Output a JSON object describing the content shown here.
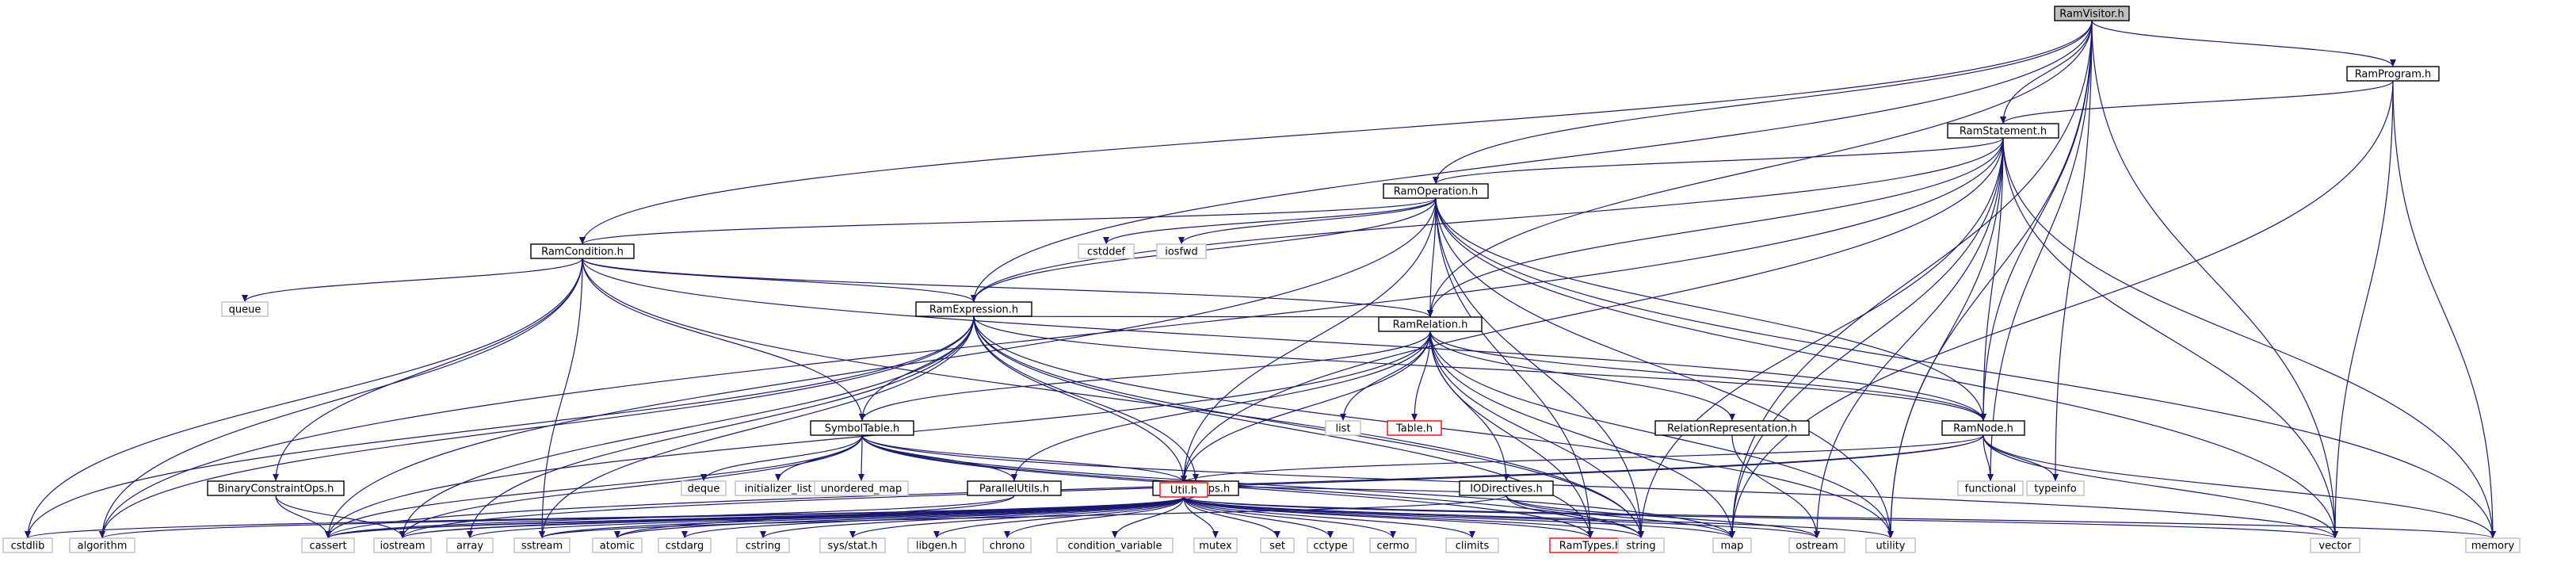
{
  "colors": {
    "edge": "#191970",
    "node_border": "#000000",
    "node_border_external": "#bfbfbf",
    "node_border_missing": "#ff0000",
    "node_fill": "#ffffff",
    "root_fill": "#bfbfbf",
    "text": "#000000",
    "text_external": "#000000"
  },
  "nodes": [
    {
      "id": "RamVisitor.h",
      "label": "RamVisitor.h",
      "kind": "root"
    },
    {
      "id": "RamProgram.h",
      "label": "RamProgram.h",
      "kind": "doc"
    },
    {
      "id": "RamStatement.h",
      "label": "RamStatement.h",
      "kind": "doc"
    },
    {
      "id": "RamOperation.h",
      "label": "RamOperation.h",
      "kind": "doc"
    },
    {
      "id": "RamCondition.h",
      "label": "RamCondition.h",
      "kind": "doc"
    },
    {
      "id": "RamExpression.h",
      "label": "RamExpression.h",
      "kind": "doc"
    },
    {
      "id": "RamRelation.h",
      "label": "RamRelation.h",
      "kind": "doc"
    },
    {
      "id": "SymbolTable.h",
      "label": "SymbolTable.h",
      "kind": "doc"
    },
    {
      "id": "RamNode.h",
      "label": "RamNode.h",
      "kind": "doc"
    },
    {
      "id": "RelationRepresentation.h",
      "label": "RelationRepresentation.h",
      "kind": "doc"
    },
    {
      "id": "IODirectives.h",
      "label": "IODirectives.h",
      "kind": "doc"
    },
    {
      "id": "ParallelUtils.h",
      "label": "ParallelUtils.h",
      "kind": "doc"
    },
    {
      "id": "FunctorOps.h",
      "label": "FunctorOps.h",
      "kind": "doc"
    },
    {
      "id": "BinaryConstraintOps.h",
      "label": "BinaryConstraintOps.h",
      "kind": "doc"
    },
    {
      "id": "Util.h",
      "label": "Util.h",
      "kind": "missing"
    },
    {
      "id": "Table.h",
      "label": "Table.h",
      "kind": "missing"
    },
    {
      "id": "RamTypes.h",
      "label": "RamTypes.h",
      "kind": "missing"
    },
    {
      "id": "cstddef",
      "label": "cstddef",
      "kind": "ext"
    },
    {
      "id": "iosfwd",
      "label": "iosfwd",
      "kind": "ext"
    },
    {
      "id": "queue",
      "label": "queue",
      "kind": "ext"
    },
    {
      "id": "list",
      "label": "list",
      "kind": "ext"
    },
    {
      "id": "deque",
      "label": "deque",
      "kind": "ext"
    },
    {
      "id": "initializer_list",
      "label": "initializer_list",
      "kind": "ext"
    },
    {
      "id": "unordered_map",
      "label": "unordered_map",
      "kind": "ext"
    },
    {
      "id": "functional",
      "label": "functional",
      "kind": "ext"
    },
    {
      "id": "typeinfo",
      "label": "typeinfo",
      "kind": "ext"
    },
    {
      "id": "cstdlib",
      "label": "cstdlib",
      "kind": "ext"
    },
    {
      "id": "algorithm",
      "label": "algorithm",
      "kind": "ext"
    },
    {
      "id": "cassert",
      "label": "cassert",
      "kind": "ext"
    },
    {
      "id": "iostream",
      "label": "iostream",
      "kind": "ext"
    },
    {
      "id": "array",
      "label": "array",
      "kind": "ext"
    },
    {
      "id": "sstream",
      "label": "sstream",
      "kind": "ext"
    },
    {
      "id": "atomic",
      "label": "atomic",
      "kind": "ext"
    },
    {
      "id": "cstdarg",
      "label": "cstdarg",
      "kind": "ext"
    },
    {
      "id": "cstring",
      "label": "cstring",
      "kind": "ext"
    },
    {
      "id": "sys/stat.h",
      "label": "sys/stat.h",
      "kind": "ext"
    },
    {
      "id": "libgen.h",
      "label": "libgen.h",
      "kind": "ext"
    },
    {
      "id": "chrono",
      "label": "chrono",
      "kind": "ext"
    },
    {
      "id": "condition_variable",
      "label": "condition_variable",
      "kind": "ext"
    },
    {
      "id": "mutex",
      "label": "mutex",
      "kind": "ext"
    },
    {
      "id": "set",
      "label": "set",
      "kind": "ext"
    },
    {
      "id": "cctype",
      "label": "cctype",
      "kind": "ext"
    },
    {
      "id": "cermo",
      "label": "cermo",
      "kind": "ext"
    },
    {
      "id": "climits",
      "label": "climits",
      "kind": "ext"
    },
    {
      "id": "string",
      "label": "string",
      "kind": "ext"
    },
    {
      "id": "map",
      "label": "map",
      "kind": "ext"
    },
    {
      "id": "ostream",
      "label": "ostream",
      "kind": "ext"
    },
    {
      "id": "utility",
      "label": "utility",
      "kind": "ext"
    },
    {
      "id": "vector",
      "label": "vector",
      "kind": "ext"
    },
    {
      "id": "memory",
      "label": "memory",
      "kind": "ext"
    }
  ],
  "edges": [
    [
      "RamVisitor.h",
      "RamProgram.h"
    ],
    [
      "RamVisitor.h",
      "RamStatement.h"
    ],
    [
      "RamVisitor.h",
      "RamOperation.h"
    ],
    [
      "RamVisitor.h",
      "RamCondition.h"
    ],
    [
      "RamVisitor.h",
      "RamExpression.h"
    ],
    [
      "RamVisitor.h",
      "RamRelation.h"
    ],
    [
      "RamVisitor.h",
      "RamNode.h"
    ],
    [
      "RamVisitor.h",
      "functional"
    ],
    [
      "RamVisitor.h",
      "typeinfo"
    ],
    [
      "RamVisitor.h",
      "map"
    ],
    [
      "RamVisitor.h",
      "vector"
    ],
    [
      "RamVisitor.h",
      "utility"
    ],
    [
      "RamProgram.h",
      "RamStatement.h"
    ],
    [
      "RamProgram.h",
      "map"
    ],
    [
      "RamProgram.h",
      "vector"
    ],
    [
      "RamProgram.h",
      "memory"
    ],
    [
      "RamStatement.h",
      "RamOperation.h"
    ],
    [
      "RamStatement.h",
      "RamExpression.h"
    ],
    [
      "RamStatement.h",
      "RamRelation.h"
    ],
    [
      "RamStatement.h",
      "RamNode.h"
    ],
    [
      "RamStatement.h",
      "Util.h"
    ],
    [
      "RamStatement.h",
      "algorithm"
    ],
    [
      "RamStatement.h",
      "map"
    ],
    [
      "RamStatement.h",
      "memory"
    ],
    [
      "RamStatement.h",
      "vector"
    ],
    [
      "RamStatement.h",
      "utility"
    ],
    [
      "RamStatement.h",
      "ostream"
    ],
    [
      "RamStatement.h",
      "string"
    ],
    [
      "RamOperation.h",
      "RamCondition.h"
    ],
    [
      "RamOperation.h",
      "RamExpression.h"
    ],
    [
      "RamOperation.h",
      "RamRelation.h"
    ],
    [
      "RamOperation.h",
      "RamNode.h"
    ],
    [
      "RamOperation.h",
      "cstddef"
    ],
    [
      "RamOperation.h",
      "iosfwd"
    ],
    [
      "RamOperation.h",
      "Util.h"
    ],
    [
      "RamOperation.h",
      "RamTypes.h"
    ],
    [
      "RamOperation.h",
      "string"
    ],
    [
      "RamOperation.h",
      "vector"
    ],
    [
      "RamOperation.h",
      "memory"
    ],
    [
      "RamOperation.h",
      "utility"
    ],
    [
      "RamOperation.h",
      "cassert"
    ],
    [
      "RamCondition.h",
      "RamExpression.h"
    ],
    [
      "RamCondition.h",
      "RamRelation.h"
    ],
    [
      "RamCondition.h",
      "RamNode.h"
    ],
    [
      "RamCondition.h",
      "SymbolTable.h"
    ],
    [
      "RamCondition.h",
      "BinaryConstraintOps.h"
    ],
    [
      "RamCondition.h",
      "queue"
    ],
    [
      "RamCondition.h",
      "cstdlib"
    ],
    [
      "RamCondition.h",
      "algorithm"
    ],
    [
      "RamCondition.h",
      "sstream"
    ],
    [
      "RamCondition.h",
      "string"
    ],
    [
      "RamExpression.h",
      "RamRelation.h"
    ],
    [
      "RamExpression.h",
      "RamNode.h"
    ],
    [
      "RamExpression.h",
      "SymbolTable.h"
    ],
    [
      "RamExpression.h",
      "FunctorOps.h"
    ],
    [
      "RamExpression.h",
      "Util.h"
    ],
    [
      "RamExpression.h",
      "RamTypes.h"
    ],
    [
      "RamExpression.h",
      "cstdlib"
    ],
    [
      "RamExpression.h",
      "algorithm"
    ],
    [
      "RamExpression.h",
      "array"
    ],
    [
      "RamExpression.h",
      "sstream"
    ],
    [
      "RamExpression.h",
      "string"
    ],
    [
      "RamExpression.h",
      "utility"
    ],
    [
      "RamExpression.h",
      "iostream"
    ],
    [
      "RamRelation.h",
      "RamNode.h"
    ],
    [
      "RamRelation.h",
      "RelationRepresentation.h"
    ],
    [
      "RamRelation.h",
      "IODirectives.h"
    ],
    [
      "RamRelation.h",
      "SymbolTable.h"
    ],
    [
      "RamRelation.h",
      "ParallelUtils.h"
    ],
    [
      "RamRelation.h",
      "Table.h"
    ],
    [
      "RamRelation.h",
      "list"
    ],
    [
      "RamRelation.h",
      "Util.h"
    ],
    [
      "RamRelation.h",
      "RamTypes.h"
    ],
    [
      "RamRelation.h",
      "string"
    ],
    [
      "RamRelation.h",
      "map"
    ],
    [
      "RamRelation.h",
      "utility"
    ],
    [
      "RamRelation.h",
      "cassert"
    ],
    [
      "SymbolTable.h",
      "ParallelUtils.h"
    ],
    [
      "SymbolTable.h",
      "Util.h"
    ],
    [
      "SymbolTable.h",
      "RamTypes.h"
    ],
    [
      "SymbolTable.h",
      "deque"
    ],
    [
      "SymbolTable.h",
      "initializer_list"
    ],
    [
      "SymbolTable.h",
      "unordered_map"
    ],
    [
      "SymbolTable.h",
      "cassert"
    ],
    [
      "SymbolTable.h",
      "iostream"
    ],
    [
      "SymbolTable.h",
      "string"
    ],
    [
      "SymbolTable.h",
      "vector"
    ],
    [
      "SymbolTable.h",
      "map"
    ],
    [
      "RamNode.h",
      "functional"
    ],
    [
      "RamNode.h",
      "typeinfo"
    ],
    [
      "RamNode.h",
      "Util.h"
    ],
    [
      "RamNode.h",
      "cassert"
    ],
    [
      "RamNode.h",
      "iostream"
    ],
    [
      "RamNode.h",
      "memory"
    ],
    [
      "RamNode.h",
      "vector"
    ],
    [
      "RelationRepresentation.h",
      "ostream"
    ],
    [
      "IODirectives.h",
      "Util.h"
    ],
    [
      "IODirectives.h",
      "map"
    ],
    [
      "IODirectives.h",
      "string"
    ],
    [
      "IODirectives.h",
      "ostream"
    ],
    [
      "IODirectives.h",
      "sstream"
    ],
    [
      "ParallelUtils.h",
      "atomic"
    ],
    [
      "ParallelUtils.h",
      "cassert"
    ],
    [
      "FunctorOps.h",
      "cassert"
    ],
    [
      "FunctorOps.h",
      "iostream"
    ],
    [
      "BinaryConstraintOps.h",
      "cassert"
    ],
    [
      "BinaryConstraintOps.h",
      "iostream"
    ],
    [
      "Util.h",
      "cstdlib"
    ],
    [
      "Util.h",
      "algorithm"
    ],
    [
      "Util.h",
      "cassert"
    ],
    [
      "Util.h",
      "iostream"
    ],
    [
      "Util.h",
      "array"
    ],
    [
      "Util.h",
      "sstream"
    ],
    [
      "Util.h",
      "atomic"
    ],
    [
      "Util.h",
      "cstdarg"
    ],
    [
      "Util.h",
      "cstring"
    ],
    [
      "Util.h",
      "sys/stat.h"
    ],
    [
      "Util.h",
      "libgen.h"
    ],
    [
      "Util.h",
      "chrono"
    ],
    [
      "Util.h",
      "condition_variable"
    ],
    [
      "Util.h",
      "mutex"
    ],
    [
      "Util.h",
      "set"
    ],
    [
      "Util.h",
      "cctype"
    ],
    [
      "Util.h",
      "cermo"
    ],
    [
      "Util.h",
      "climits"
    ],
    [
      "Util.h",
      "RamTypes.h"
    ],
    [
      "Util.h",
      "string"
    ],
    [
      "Util.h",
      "map"
    ],
    [
      "Util.h",
      "ostream"
    ],
    [
      "Util.h",
      "utility"
    ],
    [
      "Util.h",
      "vector"
    ],
    [
      "Util.h",
      "memory"
    ]
  ]
}
